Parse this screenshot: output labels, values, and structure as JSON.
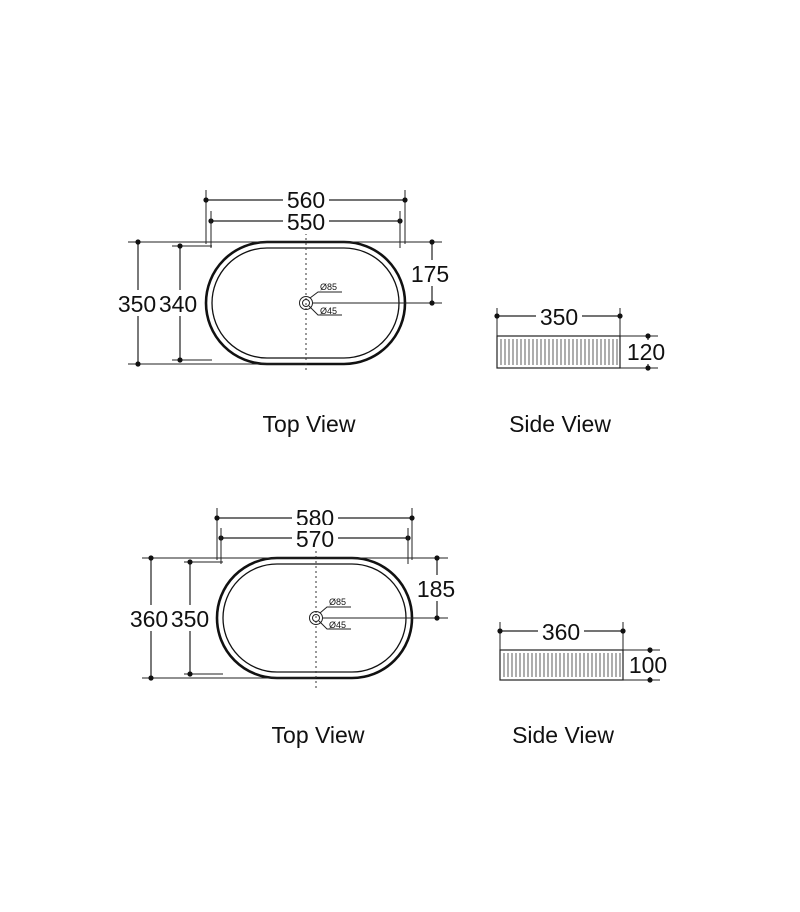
{
  "top_basin": {
    "top_view": {
      "overall_width": "560",
      "inner_width": "550",
      "overall_depth": "350",
      "inner_depth": "340",
      "waste_offset": "175",
      "outer_diameter": "Ø85",
      "inner_diameter": "Ø45",
      "caption": "Top View"
    },
    "side_view": {
      "depth": "350",
      "height": "120",
      "caption": "Side View"
    }
  },
  "bottom_basin": {
    "top_view": {
      "overall_width": "580",
      "inner_width": "570",
      "overall_depth": "360",
      "inner_depth": "350",
      "waste_offset": "185",
      "outer_diameter": "Ø85",
      "inner_diameter": "Ø45",
      "caption": "Top View"
    },
    "side_view": {
      "depth": "360",
      "height": "100",
      "caption": "Side View"
    }
  }
}
